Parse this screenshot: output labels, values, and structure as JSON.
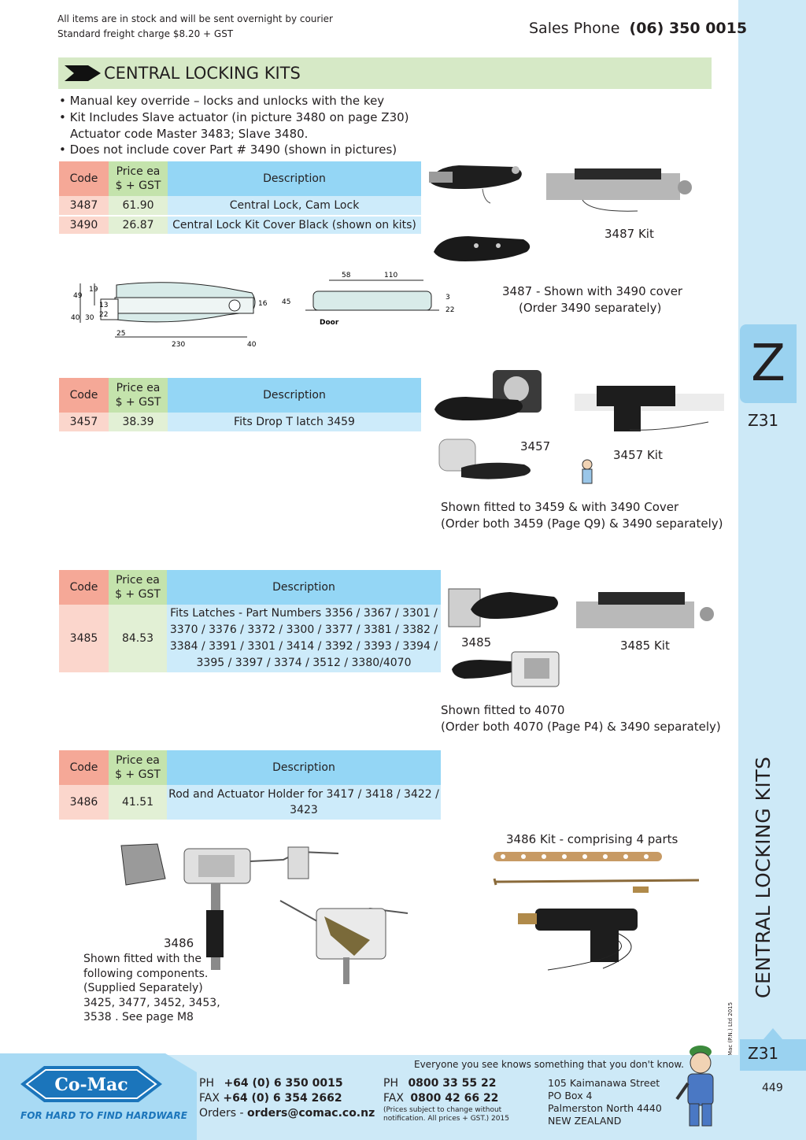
{
  "header": {
    "notice_line1": "All items are in stock and will be sent overnight by courier",
    "notice_line2": "Standard freight charge $8.20 + GST",
    "phone_label": "Sales Phone",
    "phone_number": "(06) 350 0015"
  },
  "section": {
    "title": "CENTRAL LOCKING KITS",
    "bullets": [
      "• Manual key override – locks and unlocks with the key",
      "• Kit Includes Slave actuator (in picture 3480 on page Z30)",
      "Actuator code Master 3483; Slave 3480.",
      "•  Does not include cover Part # 3490 (shown in pictures)"
    ]
  },
  "table_headers": {
    "code": "Code",
    "price_line1": "Price ea",
    "price_line2": "$ + GST",
    "description": "Description"
  },
  "table1": [
    {
      "code": "3487",
      "price": "61.90",
      "description": "Central Lock, Cam Lock"
    },
    {
      "code": "3490",
      "price": "26.87",
      "description": "Central Lock Kit Cover Black (shown on kits)"
    }
  ],
  "table2": [
    {
      "code": "3457",
      "price": "38.39",
      "description": "Fits Drop T latch 3459"
    }
  ],
  "table3": [
    {
      "code": "3485",
      "price": "84.53",
      "description_lines": [
        "Fits Latches - Part Numbers 3356 / 3367 / 3301 /",
        "3370 / 3376 / 3372 / 3300 / 3377 / 3381 / 3382 /",
        "3384 / 3391 / 3301 / 3414 / 3392 / 3393 / 3394 /",
        "3395 / 3397 / 3374 / 3512 / 3380/4070"
      ]
    }
  ],
  "table4": [
    {
      "code": "3486",
      "price": "41.51",
      "description_lines": [
        "Rod and Actuator Holder for 3417 / 3418 / 3422 /",
        "3423"
      ]
    }
  ],
  "drawing": {
    "dims": [
      "49",
      "19",
      "16",
      "13",
      "22",
      "30",
      "40",
      "25",
      "230",
      "40",
      "58",
      "110",
      "45",
      "3",
      "22",
      "Door"
    ]
  },
  "captions": {
    "kit3487": "3487 Kit",
    "cover3487_line1": "3487 - Shown with 3490 cover",
    "cover3487_line2": "(Order 3490 separately)",
    "p3457": "3457",
    "kit3457": "3457 Kit",
    "fit3459_line1": "Shown fitted to 3459 & with 3490 Cover",
    "fit3459_line2": "(Order both 3459 (Page Q9)  & 3490 separately)",
    "p3485": "3485",
    "kit3485": "3485 Kit",
    "fit4070_line1": "Shown fitted to 4070",
    "fit4070_line2": "(Order both 4070 (Page P4) & 3490 separately)",
    "kit3486": "3486 Kit - comprising 4 parts",
    "p3486": "3486",
    "fit3486_lines": [
      "Shown fitted with the",
      "following components.",
      "(Supplied Separately)",
      "3425, 3477, 3452, 3453,",
      "3538 . See page M8"
    ]
  },
  "sidebar": {
    "letter": "Z",
    "page_code_top": "Z31",
    "vertical_title": "CENTRAL LOCKING KITS",
    "copyright": "© Co-Mac (P.N.) Ltd 2015",
    "page_code_bottom": "Z31",
    "page_number": "449"
  },
  "footer": {
    "slogan": "Everyone you see knows something that you don't know.",
    "logo_text": "Co-Mac",
    "tagline": "FOR HARD TO FIND HARDWARE",
    "ph_label": "PH",
    "ph_value": "+64 (0) 6 350 0015",
    "fax_label": "FAX",
    "fax_value": "+64 (0) 6 354 2662",
    "orders_label": "Orders -",
    "orders_value": "orders@comac.co.nz",
    "ph2_label": "PH",
    "ph2_value": "0800 33 55 22",
    "fax2_label": "FAX",
    "fax2_value": "0800 42 66 22",
    "disclaimer_line1": "(Prices subject to change without",
    "disclaimer_line2": "notification. All prices + GST.)  2015",
    "address": [
      "105 Kaimanawa Street",
      "PO Box 4",
      "Palmerston North 4440",
      "NEW ZEALAND"
    ]
  },
  "colors": {
    "code_header": "#f5a897",
    "price_header": "#c4e3ac",
    "desc_header": "#94d6f5",
    "sidebar": "#cde9f7",
    "logo_blue": "#1b75bb"
  }
}
